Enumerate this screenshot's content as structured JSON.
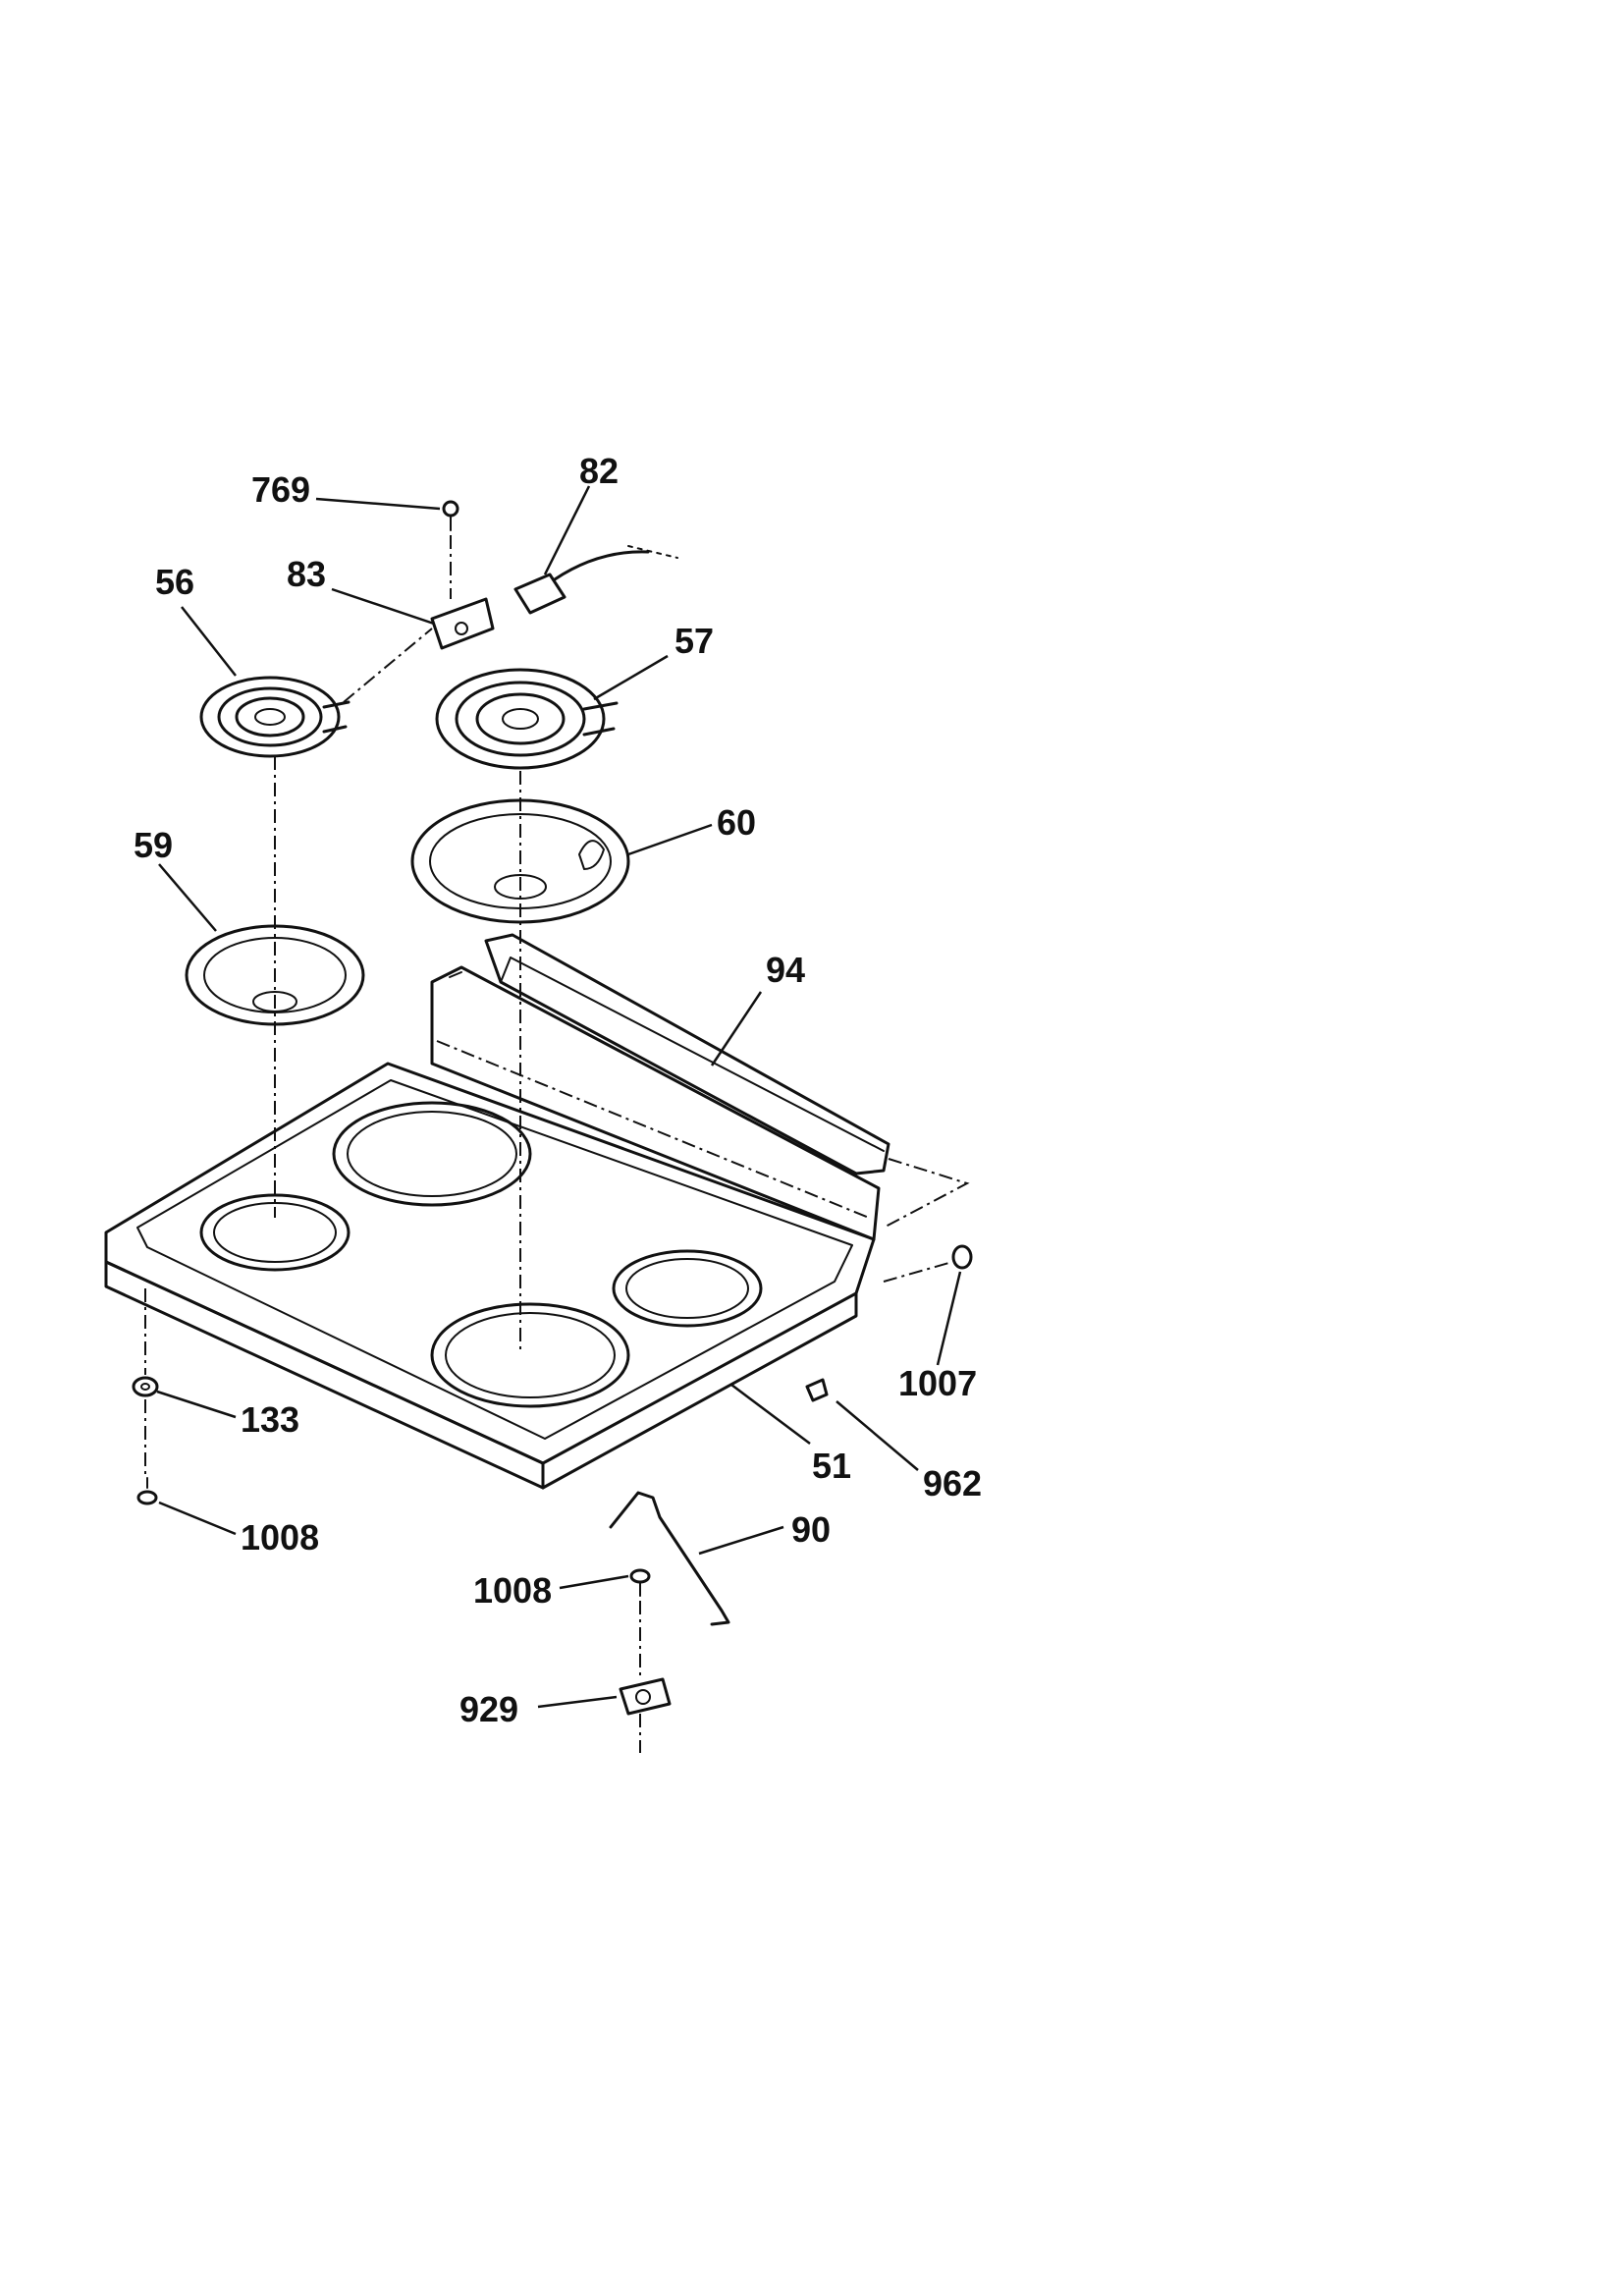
{
  "diagram": {
    "labels": {
      "p769": "769",
      "p82": "82",
      "p56": "56",
      "p83": "83",
      "p57": "57",
      "p59": "59",
      "p60": "60",
      "p94": "94",
      "p1007": "1007",
      "p133": "133",
      "p51": "51",
      "p962": "962",
      "p1008a": "1008",
      "p90": "90",
      "p1008b": "1008",
      "p929": "929"
    }
  }
}
